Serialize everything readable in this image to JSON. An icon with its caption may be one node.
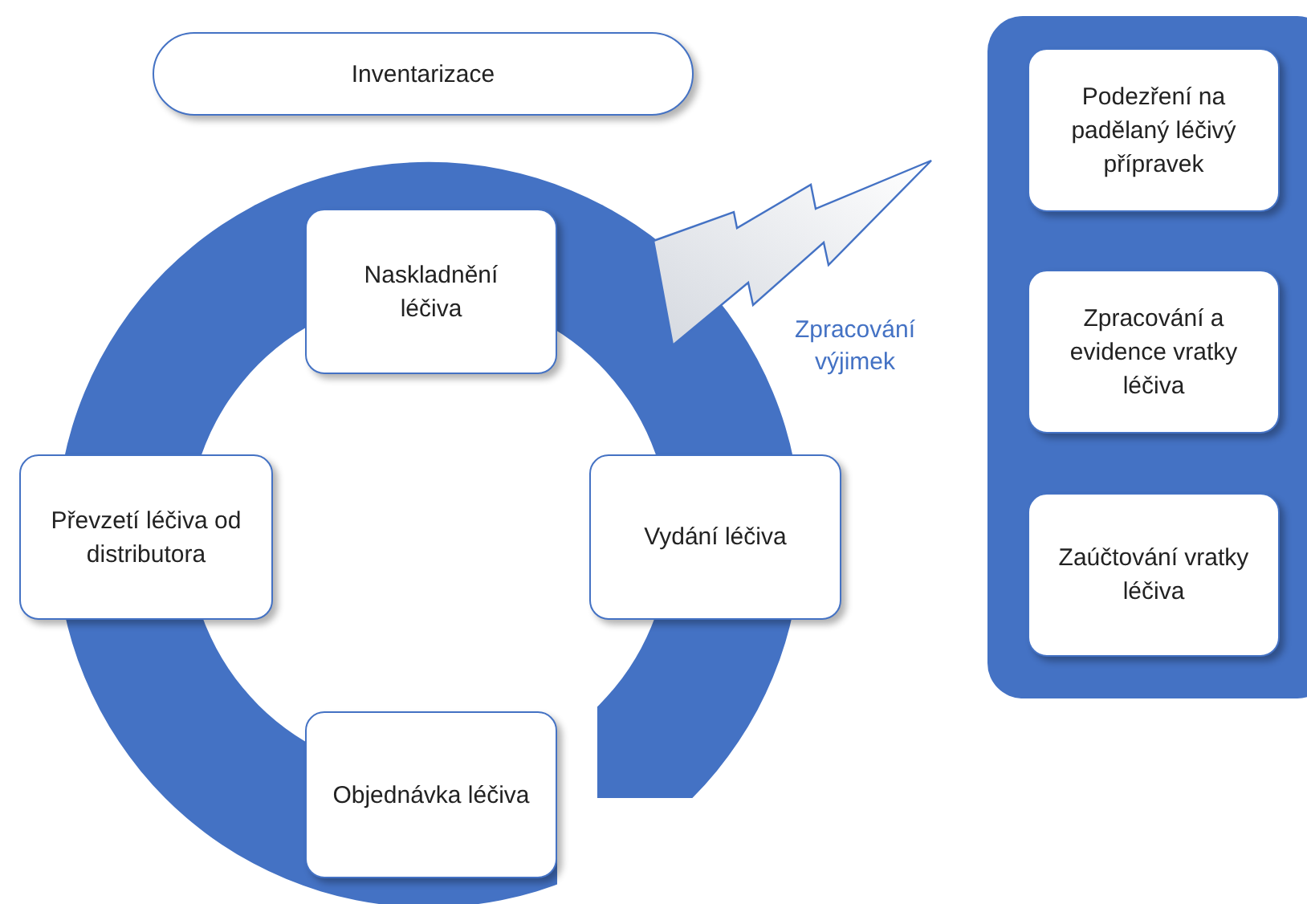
{
  "diagram": {
    "nodes": [
      {
        "text": [
          "Inventarizace"
        ]
      },
      {
        "text": [
          "Naskladnění léčiva"
        ]
      },
      {
        "text": [
          "Převzetí léčiva od distributora"
        ]
      },
      {
        "text": [
          "Vydání léčiva"
        ]
      },
      {
        "text": [
          "Objednávka léčiva"
        ]
      },
      {
        "text": [],
        "shape": "box"
      },
      {
        "text": [
          "Podezření na padělaný léčivý přípravek"
        ],
        "in": 5
      },
      {
        "text": [
          "Zpracování a evidence vratky léčiva"
        ],
        "in": 5
      },
      {
        "text": [
          "Zaúčtování vratky léčiva"
        ],
        "in": 5
      }
    ],
    "labels": [
      "Zpracování výjimek"
    ]
  }
}
